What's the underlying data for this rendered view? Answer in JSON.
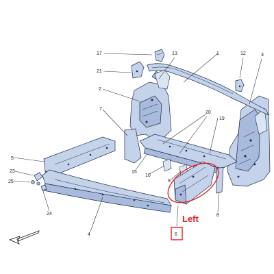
{
  "diagram": {
    "callouts": {
      "c1": "1",
      "c2": "2",
      "c3": "3",
      "c4": "4",
      "c5": "5",
      "c6": "6",
      "c7": "7",
      "c8": "8",
      "c9": "9",
      "c10": "10",
      "c12": "12",
      "c13": "13",
      "c15": "15",
      "c17": "17",
      "c19": "19",
      "c20": "20",
      "c21": "21",
      "c23": "23",
      "c24": "24",
      "c25": "25"
    },
    "side_label": "Left",
    "highlight_color": "#e02020",
    "part_color": "#c4d2ea",
    "outline_color": "#1c2a4a",
    "direction_arrow": "arrow-icon"
  }
}
